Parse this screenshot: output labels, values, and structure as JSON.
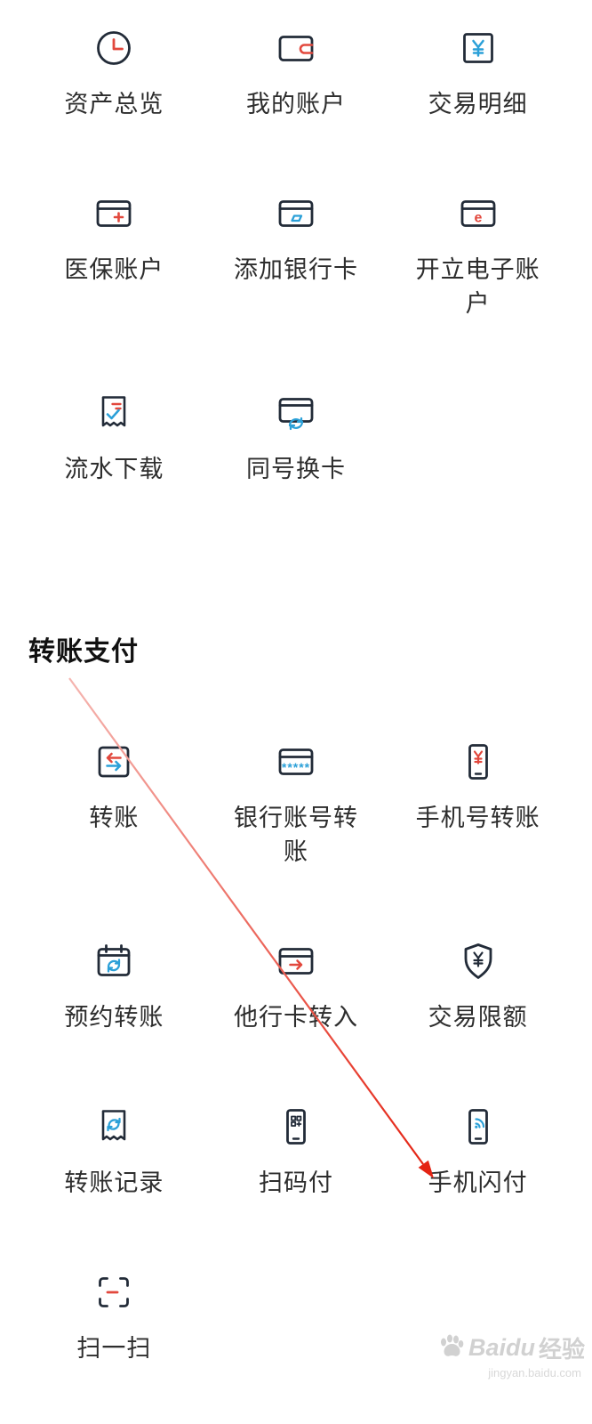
{
  "sections": [
    {
      "title": "",
      "items": [
        {
          "label": "资产总览",
          "icon": "clock"
        },
        {
          "label": "我的账户",
          "icon": "wallet"
        },
        {
          "label": "交易明细",
          "icon": "yuan-doc"
        },
        {
          "label": "医保账户",
          "icon": "card-plus"
        },
        {
          "label": "添加银行卡",
          "icon": "card-add"
        },
        {
          "label": "开立电子账户",
          "icon": "card-e"
        },
        {
          "label": "流水下载",
          "icon": "receipt-check"
        },
        {
          "label": "同号换卡",
          "icon": "card-refresh"
        }
      ]
    },
    {
      "title": "转账支付",
      "items": [
        {
          "label": "转账",
          "icon": "transfer-arrows"
        },
        {
          "label": "银行账号转账",
          "icon": "card-stars"
        },
        {
          "label": "手机号转账",
          "icon": "phone-yuan"
        },
        {
          "label": "预约转账",
          "icon": "calendar-refresh"
        },
        {
          "label": "他行卡转入",
          "icon": "card-arrow"
        },
        {
          "label": "交易限额",
          "icon": "shield-yuan"
        },
        {
          "label": "转账记录",
          "icon": "receipt-refresh"
        },
        {
          "label": "扫码付",
          "icon": "phone-qr"
        },
        {
          "label": "手机闪付",
          "icon": "phone-flash"
        },
        {
          "label": "扫一扫",
          "icon": "scan"
        }
      ]
    }
  ],
  "watermark": {
    "brand": "Baidu",
    "suffix": "经验",
    "url": "jingyan.baidu.com"
  },
  "colors": {
    "icon_dark": "#222b38",
    "accent_red": "#e2483d",
    "accent_blue": "#2ba0d8",
    "label_text": "#2d2d2d",
    "arrow_red": "#e42313",
    "watermark_gray": "#c9c9c9"
  }
}
